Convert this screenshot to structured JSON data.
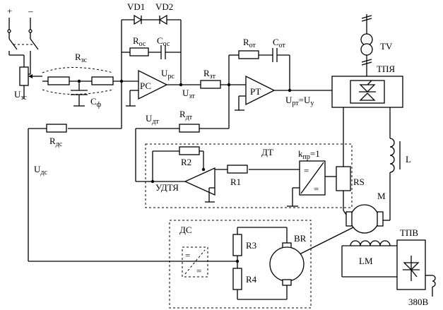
{
  "labels": {
    "plus": "+",
    "minus": "–",
    "vd1": "VD1",
    "vd2": "VD2",
    "r_zs": "R",
    "r_zs_sub": "зс",
    "u_zs": "U",
    "u_zs_sub": "зс",
    "c_f": "C",
    "c_f_sub": "ф",
    "r_os": "R",
    "r_os_sub": "ос",
    "c_os": "C",
    "c_os_sub": "ос",
    "pc": "РС",
    "u_pc": "U",
    "u_pc_sub": "рс",
    "u_zt": "U",
    "u_zt_sub": "зт",
    "r_zt": "R",
    "r_zt_sub": "зт",
    "r_ot": "R",
    "r_ot_sub": "от",
    "c_ot": "C",
    "c_ot_sub": "от",
    "pt": "РТ",
    "u_pt": "U",
    "u_pt_sub": "рт",
    "eq_u": "=U",
    "u_y_sub": "у",
    "tv": "TV",
    "tpya": "ТПЯ",
    "u_dt": "U",
    "u_dt_sub": "дт",
    "r_dt": "R",
    "r_dt_sub": "дт",
    "r_ds": "R",
    "r_ds_sub": "дс",
    "u_ds": "U",
    "u_ds_sub": "дс",
    "dt": "ДТ",
    "k_pr": "k",
    "k_pr_sub": "пр",
    "k_pr_val": "=1",
    "r2": "R2",
    "udtya": "УДТЯ",
    "r1": "R1",
    "rs": "RS",
    "l": "L",
    "m": "M",
    "ds": "ДС",
    "br": "BR",
    "r3": "R3",
    "r4": "R4",
    "tpv": "ТПВ",
    "lm": "LM",
    "v380": "380В",
    "eq": "="
  }
}
